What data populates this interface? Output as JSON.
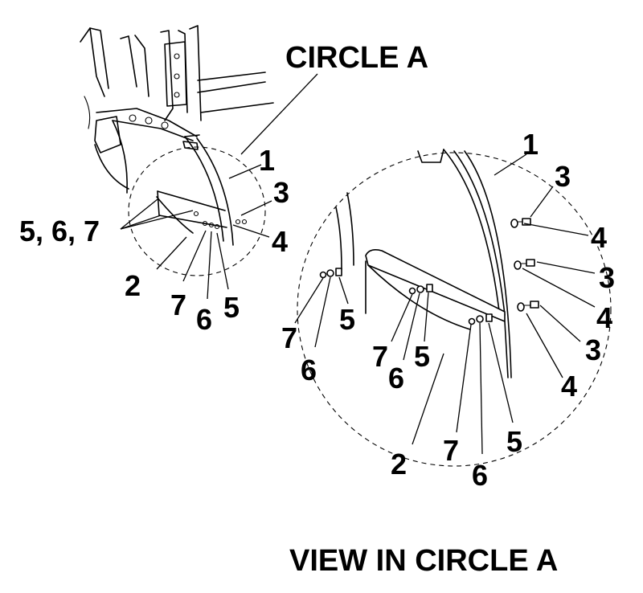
{
  "titles": {
    "circle_a": "CIRCLE A",
    "view_in_circle_a": "VIEW IN CIRCLE A"
  },
  "left_callouts": {
    "c1": "1",
    "c3": "3",
    "c4": "4",
    "c567": "5, 6, 7",
    "c2": "2",
    "c7": "7",
    "c6": "6",
    "c5": "5"
  },
  "right_callouts": {
    "c1": "1",
    "c3a": "3",
    "c4a": "4",
    "c3b": "3",
    "c4b": "4",
    "c3c": "3",
    "c4c": "4",
    "c5a": "5",
    "c7a": "7",
    "c6a": "6",
    "c7b": "7",
    "c6b": "6",
    "c5b": "5",
    "c2": "2",
    "c7c": "7",
    "c6c": "6",
    "c5c": "5"
  }
}
